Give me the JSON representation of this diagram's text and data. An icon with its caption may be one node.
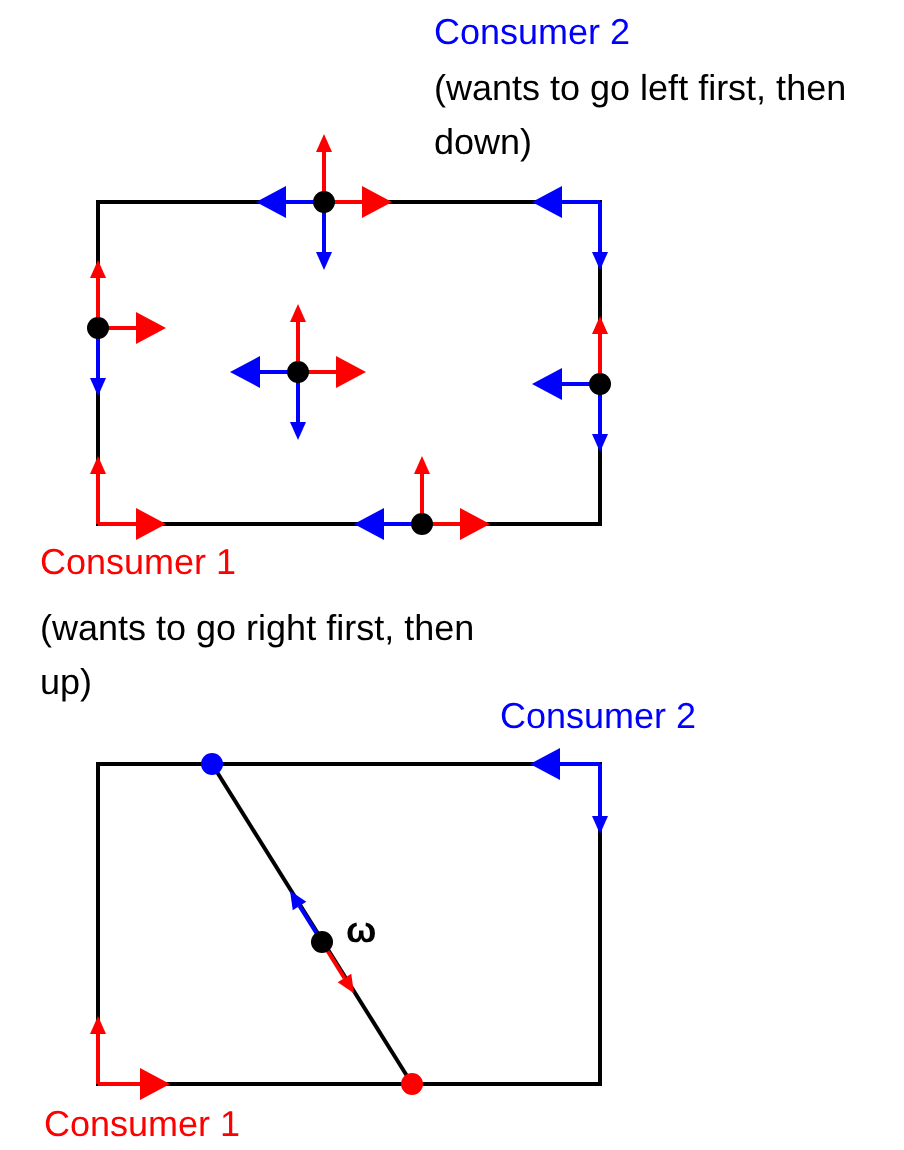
{
  "diagram": {
    "labels": [
      "Consumer 2",
      "(wants to go left first, then down)",
      "Consumer 1",
      "(wants to go right first, then up)",
      "Consumer 2",
      "ω",
      "Consumer 1"
    ]
  }
}
